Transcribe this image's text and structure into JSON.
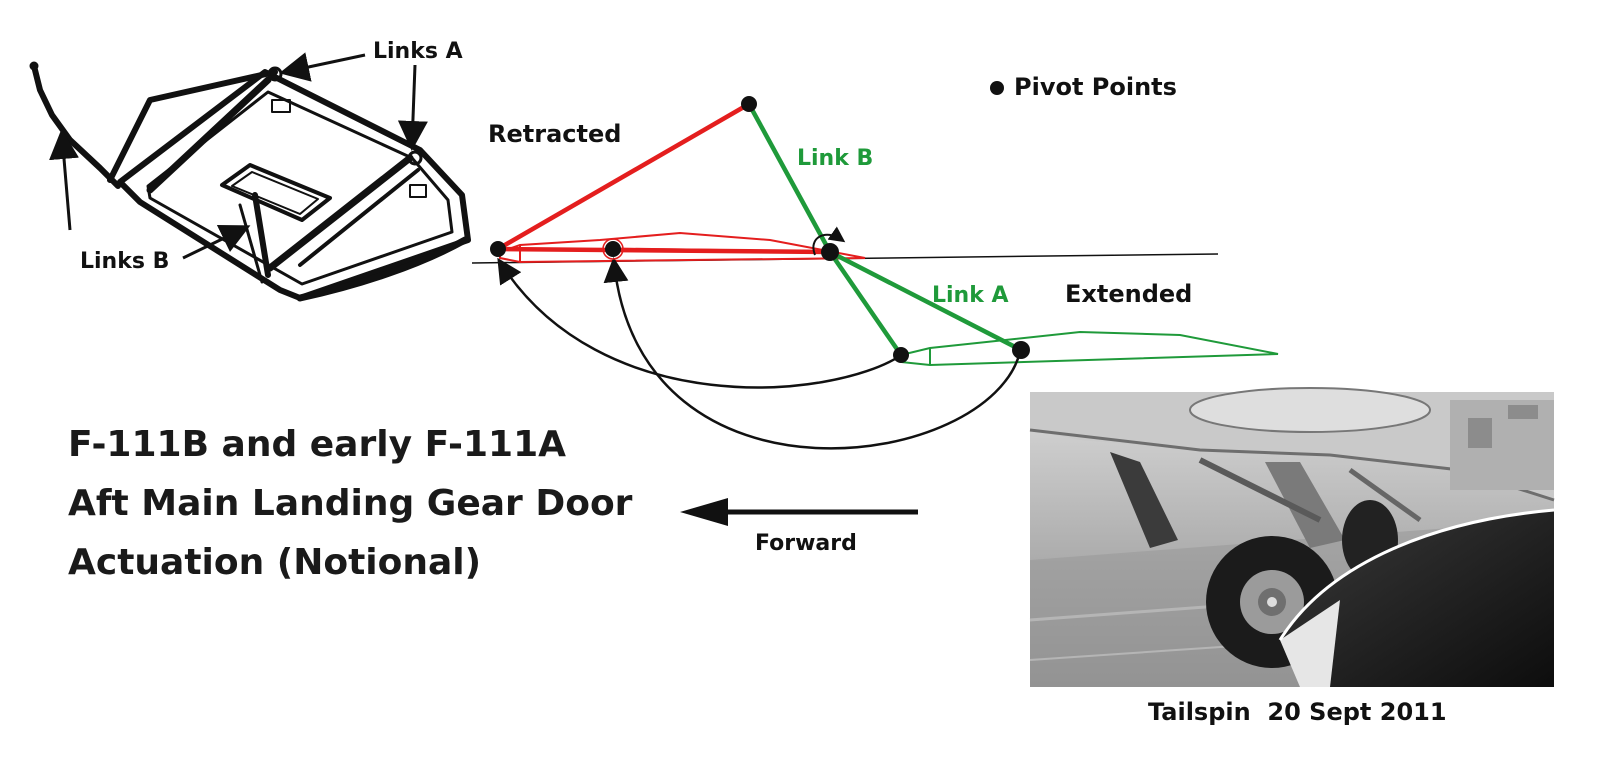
{
  "title_lines": [
    "F-111B and early F-111A",
    "Aft Main Landing Gear Door",
    "Actuation (Notional)"
  ],
  "labels": {
    "links_a": "Links A",
    "links_b": "Links B",
    "retracted": "Retracted",
    "link_b": "Link B",
    "link_a": "Link A",
    "extended": "Extended",
    "pivot_points": "Pivot Points",
    "forward": "Forward"
  },
  "credit": "Tailspin  20 Sept 2011",
  "colors": {
    "retracted": "#e41e1e",
    "extended": "#1f9a3a",
    "ink": "#111111"
  }
}
